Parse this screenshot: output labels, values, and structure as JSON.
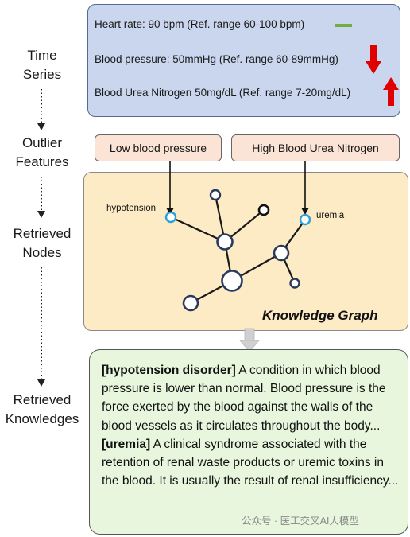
{
  "stages": {
    "time_series": [
      "Time",
      "Series"
    ],
    "outlier_features": [
      "Outlier",
      "Features"
    ],
    "retrieved_nodes": [
      "Retrieved",
      "Nodes"
    ],
    "retrieved_knowledges": [
      "Retrieved",
      "Knowledges"
    ]
  },
  "time_series": {
    "heart_rate": "Heart rate: 90 bpm (Ref. range 60-100 bpm)",
    "blood_pressure": "Blood pressure: 50mmHg (Ref. range 60-89mmHg)",
    "bun": "Blood Urea Nitrogen 50mg/dL (Ref. range 7-20mg/dL)",
    "colors": {
      "normal": "#70ad47",
      "abnormal": "#e00000"
    }
  },
  "outlier_features": {
    "low_bp": "Low blood pressure",
    "high_bun": "High Blood Urea Nitrogen"
  },
  "knowledge_graph": {
    "title": "Knowledge Graph",
    "node_hypotension": "hypotension",
    "node_uremia": "uremia",
    "highlight_color": "#2e9fd9"
  },
  "knowledge": {
    "hypotension_term": "[hypotension disorder]",
    "hypotension_text": " A condition in which blood pressure is lower than normal. Blood pressure is the force exerted by the blood against the walls of the blood vessels as it circulates throughout the body...",
    "uremia_term": "[uremia]",
    "uremia_text": " A clinical syndrome associated with the retention of renal waste products or uremic toxins in the blood. It is usually the result of renal insufficiency..."
  },
  "watermark": "公众号 · 医工交叉AI大模型"
}
